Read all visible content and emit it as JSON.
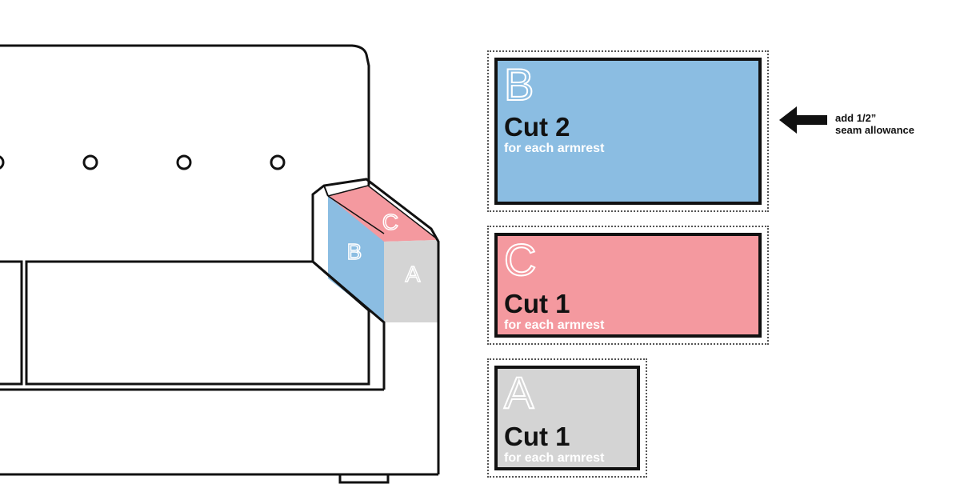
{
  "colors": {
    "blue": "#8bbde2",
    "pink": "#f4999f",
    "gray": "#d4d4d4",
    "outline": "#111111"
  },
  "sofa": {
    "labels": {
      "b": "B",
      "c": "C",
      "a": "A"
    },
    "button_count": 4
  },
  "pieces": [
    {
      "letter": "B",
      "cut": "Cut 2",
      "sub": "for each armrest"
    },
    {
      "letter": "C",
      "cut": "Cut 1",
      "sub": "for each armrest"
    },
    {
      "letter": "A",
      "cut": "Cut 1",
      "sub": "for each armrest"
    }
  ],
  "note": {
    "line1": "add 1/2”",
    "line2": "seam allowance"
  }
}
